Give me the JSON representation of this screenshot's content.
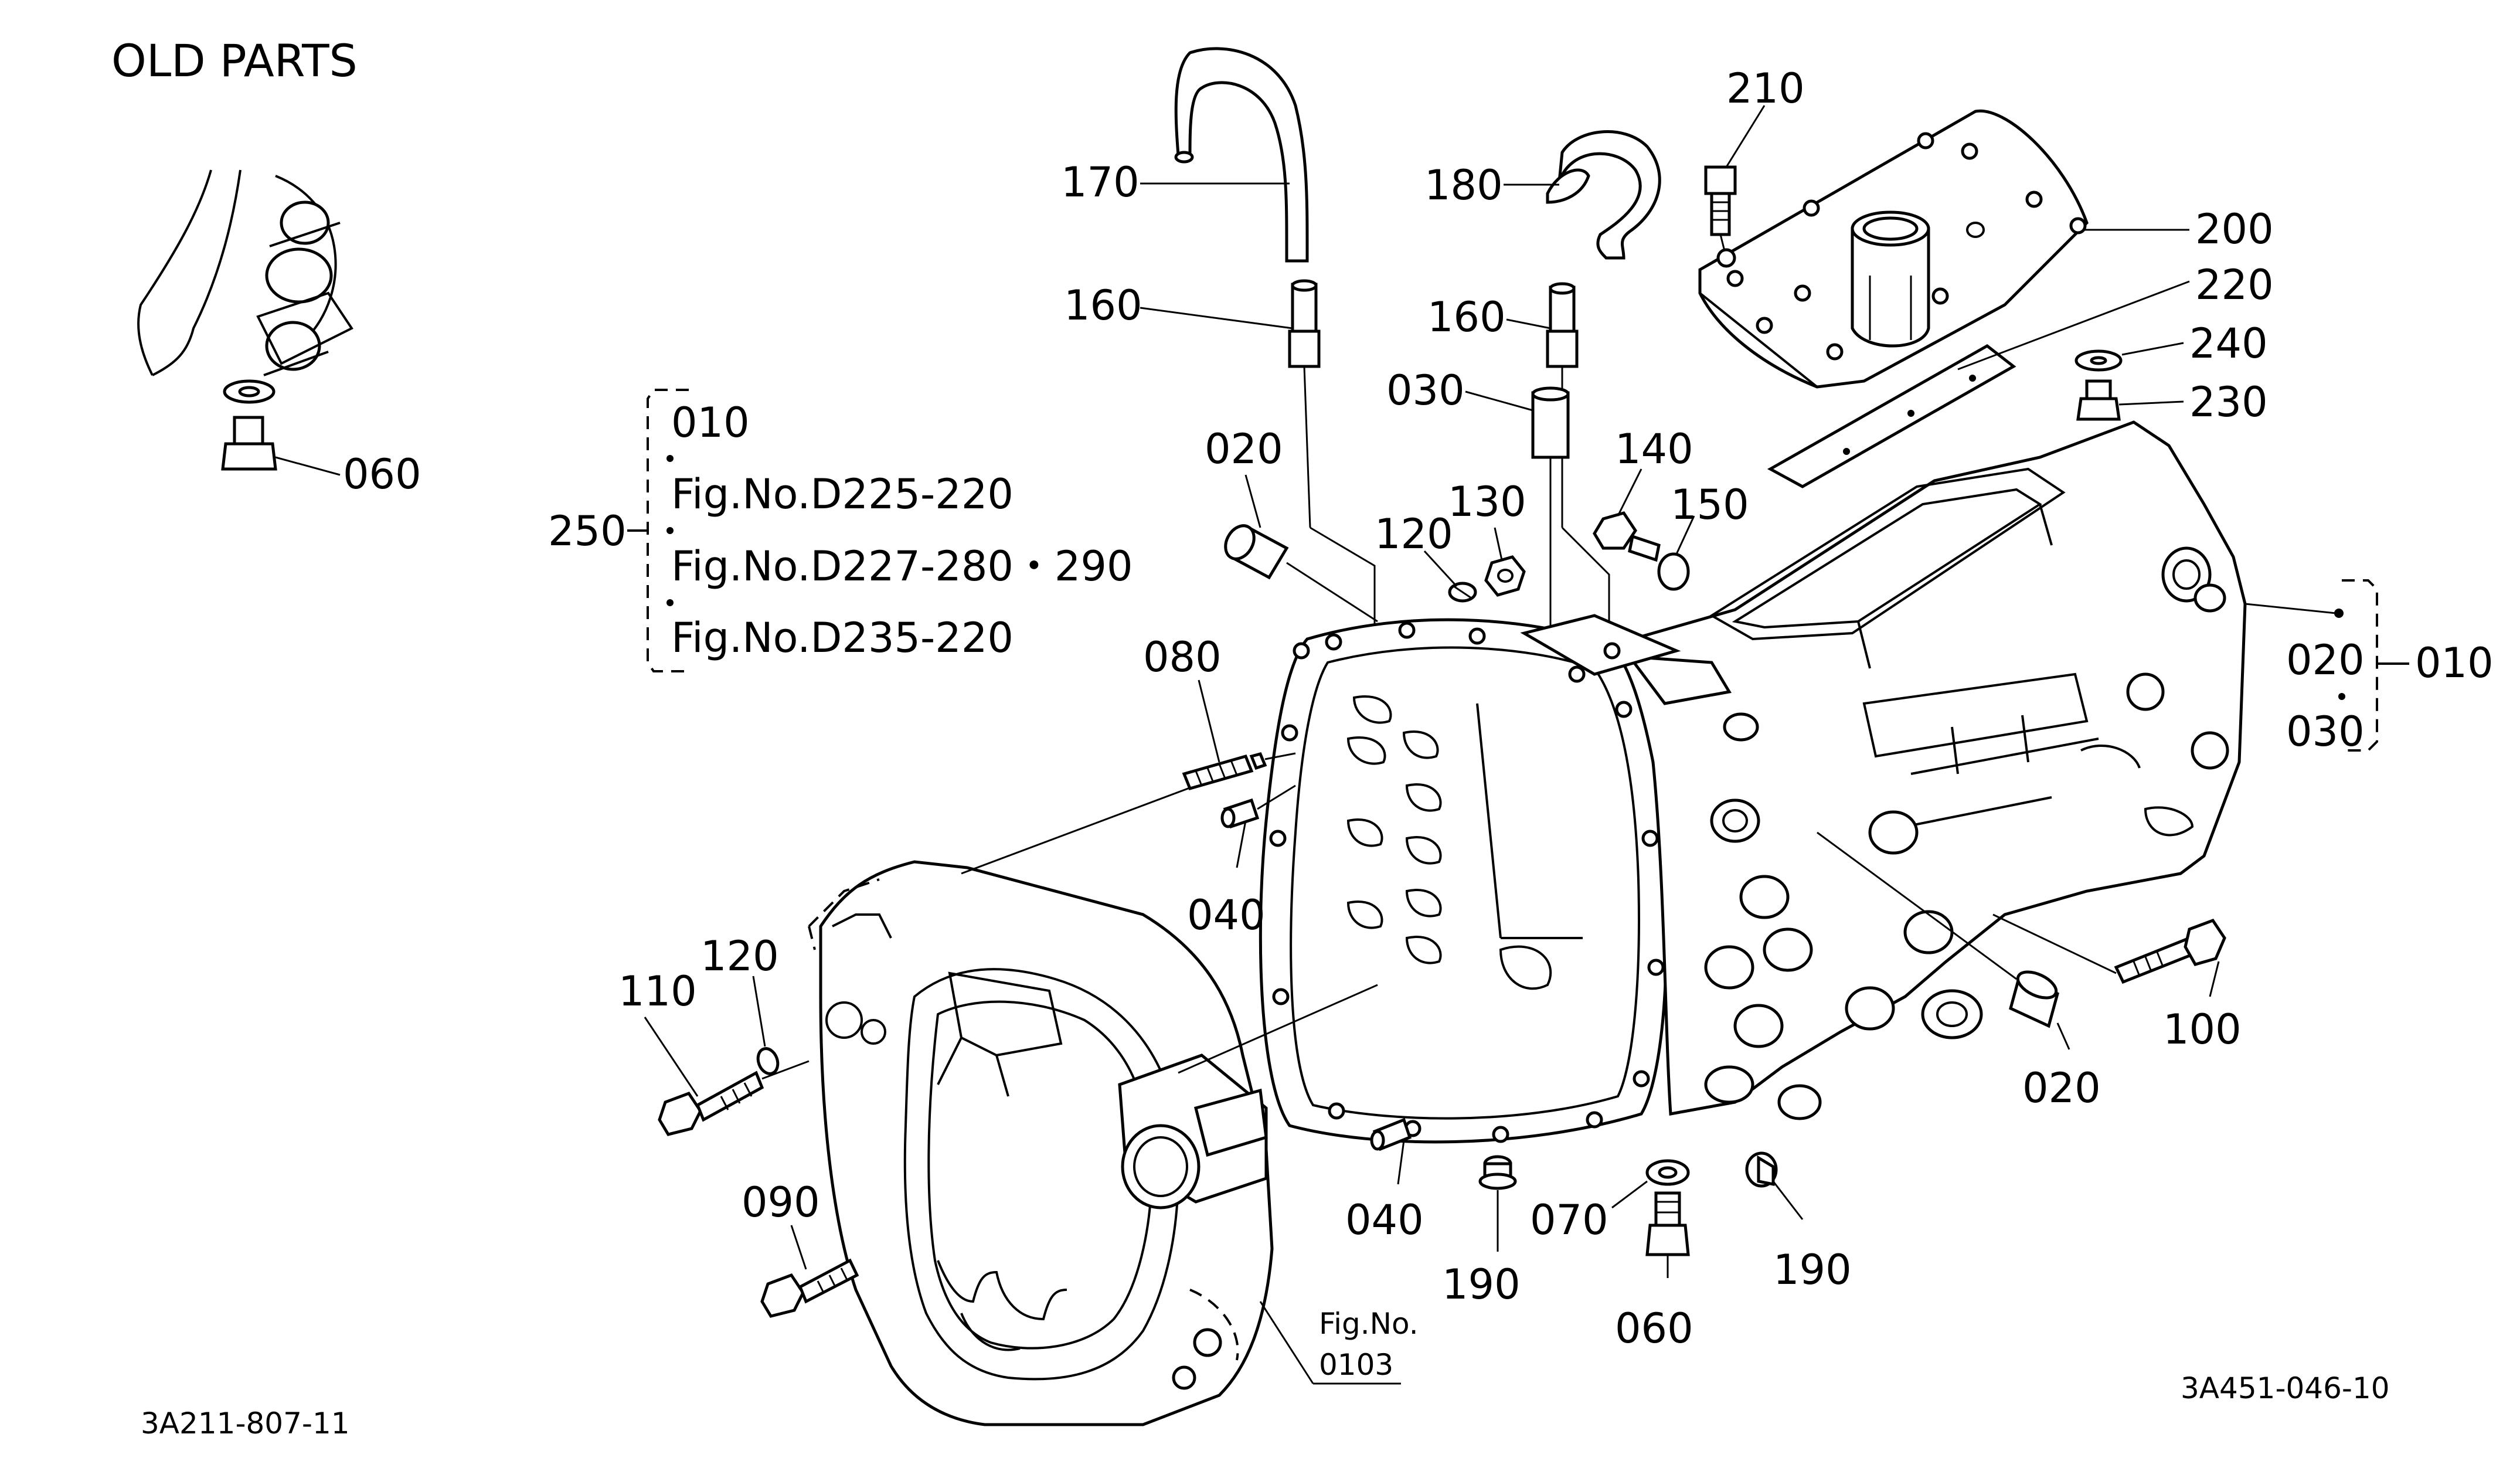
{
  "header": {
    "title": "OLD PARTS"
  },
  "footer": {
    "left_code": "3A211-807-11",
    "right_code": "3A451-046-10"
  },
  "group_250": {
    "number": "250",
    "items": [
      "010",
      "Fig.No.D225-220",
      "Fig.No.D227-280・290",
      "Fig.No.D235-220"
    ]
  },
  "group_010_right": {
    "number": "010",
    "items": [
      "020",
      "030"
    ]
  },
  "fig_ref": {
    "line1": "Fig.No.",
    "line2": "0103"
  },
  "callouts": {
    "c060_old": "060",
    "c170": "170",
    "c160_left": "160",
    "c180": "180",
    "c160_right": "160",
    "c030": "030",
    "c210": "210",
    "c200": "200",
    "c220": "220",
    "c240": "240",
    "c230": "230",
    "c020_top": "020",
    "c120_top": "120",
    "c130": "130",
    "c140": "140",
    "c150": "150",
    "c080": "080",
    "c040_upper": "040",
    "c110": "110",
    "c120_left": "120",
    "c090": "090",
    "c040_lower": "040",
    "c190_left": "190",
    "c070": "070",
    "c060": "060",
    "c190_right": "190",
    "c020_bottom": "020",
    "c100": "100"
  }
}
